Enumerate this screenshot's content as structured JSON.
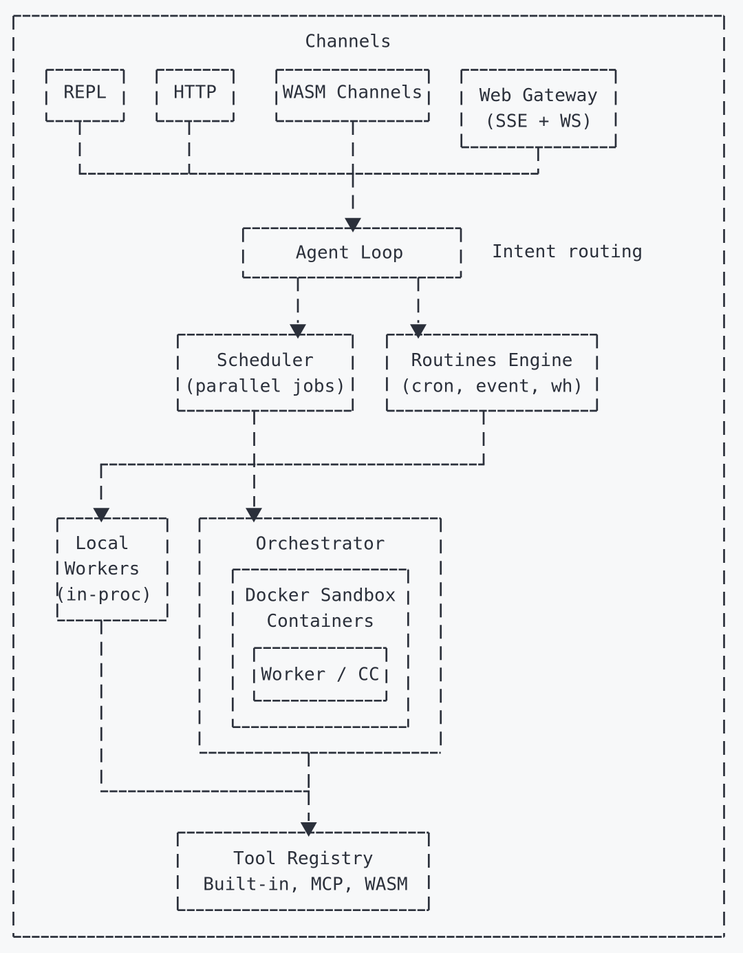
{
  "meta": {
    "background_color": "#f7f8f9",
    "ink_color": "#2b303b"
  },
  "diagram": {
    "container_title": "Channels",
    "nodes": {
      "repl": {
        "label": "REPL"
      },
      "http": {
        "label": "HTTP"
      },
      "wasm_channels": {
        "label": "WASM Channels"
      },
      "web_gateway": {
        "label": "Web Gateway",
        "sublabel": "(SSE + WS)"
      },
      "agent_loop": {
        "label": "Agent Loop"
      },
      "scheduler": {
        "label": "Scheduler",
        "sublabel": "(parallel jobs)"
      },
      "routines_engine": {
        "label": "Routines Engine",
        "sublabel": "(cron, event, wh)"
      },
      "local_workers": {
        "line1": "Local",
        "line2": "Workers",
        "line3": "(in-proc)"
      },
      "orchestrator": {
        "label": "Orchestrator"
      },
      "docker_sandbox": {
        "line1": "Docker Sandbox",
        "line2": "Containers"
      },
      "worker_cc": {
        "label": "Worker / CC"
      },
      "tool_registry": {
        "line1": "Tool Registry",
        "line2": "Built-in, MCP, WASM"
      }
    },
    "annotations": {
      "intent_routing": "Intent routing"
    },
    "edges": [
      {
        "from": "repl",
        "to": "agent_loop"
      },
      {
        "from": "http",
        "to": "agent_loop"
      },
      {
        "from": "wasm_channels",
        "to": "agent_loop"
      },
      {
        "from": "web_gateway",
        "to": "agent_loop"
      },
      {
        "from": "agent_loop",
        "to": "scheduler"
      },
      {
        "from": "agent_loop",
        "to": "routines_engine"
      },
      {
        "from": "scheduler",
        "to": "orchestrator"
      },
      {
        "from": "routines_engine",
        "to": "local_workers"
      },
      {
        "from": "local_workers",
        "to": "tool_registry"
      },
      {
        "from": "orchestrator",
        "to": "tool_registry"
      }
    ]
  }
}
